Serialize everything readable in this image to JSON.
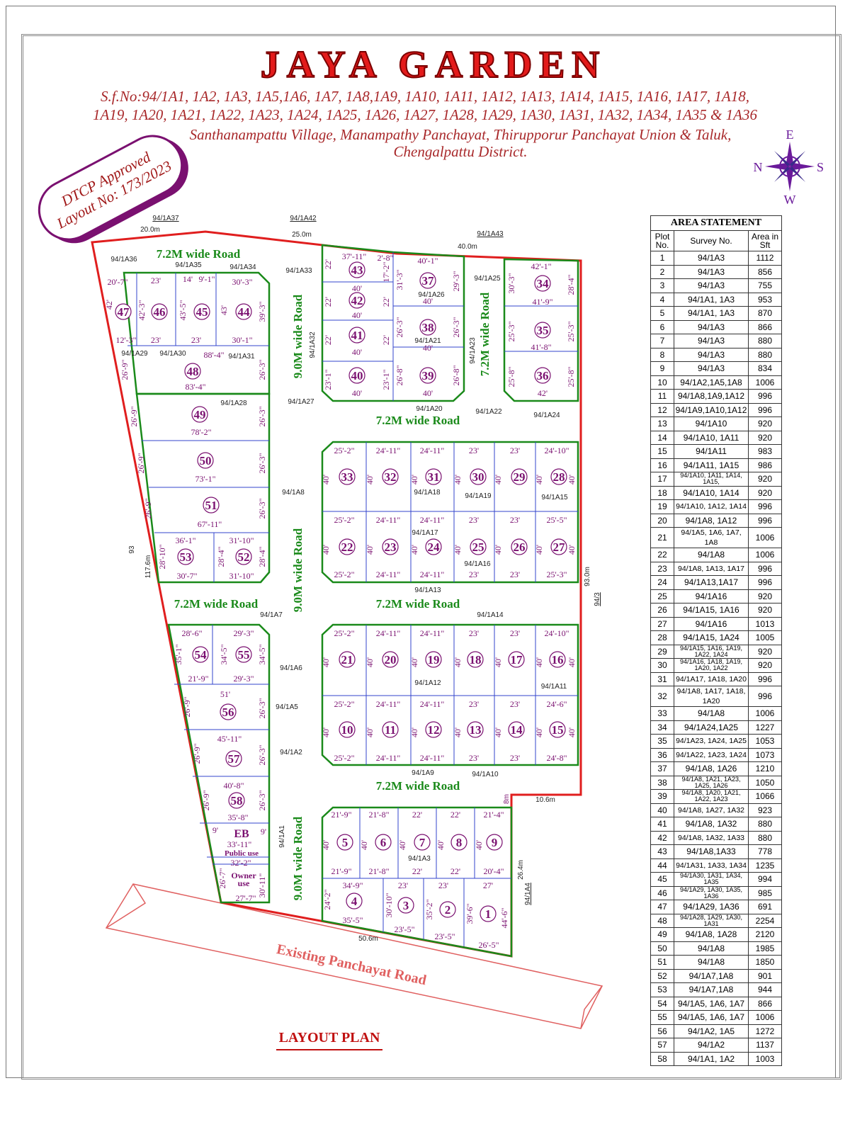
{
  "title": "JAYA GARDEN",
  "address": {
    "line1": "S.f.No:94/1A1, 1A2, 1A3, 1A5,1A6, 1A7, 1A8,1A9, 1A10, 1A11, 1A12, 1A13, 1A14, 1A15, 1A16, 1A17, 1A18,",
    "line2": "1A19, 1A20, 1A21, 1A22, 1A23, 1A24, 1A25, 1A26, 1A27, 1A28, 1A29, 1A30, 1A31, 1A32, 1A34, 1A35 & 1A36",
    "line3": "Santhanampattu Village, Manampathy Panchayat, Thirupporur Panchayat Union & Taluk,",
    "line4": "Chengalpattu District."
  },
  "approval": {
    "line1": "DTCP Approved",
    "line2": "Layout No: 173/2023"
  },
  "compass": {
    "n": "N",
    "e": "E",
    "s": "S",
    "w": "W"
  },
  "colors": {
    "boundary": "#e01e1e",
    "block": "#1a8a1a",
    "plot_line": "#3344cc",
    "plot_number": "#7a1070",
    "road_label": "#1a8a1a"
  },
  "road_labels": {
    "r72": "7.2M wide Road",
    "r90": "9.0M wide Road",
    "existing": "Existing Panchayat Road"
  },
  "boundary_labels": {
    "l1": "94/1A37",
    "l2": "20.0m",
    "l3": "94/1A42",
    "l4": "25.0m",
    "l5": "94/1A43",
    "l6": "40.0m",
    "l7": "93",
    "l8": "117.6m",
    "l9": "93.0m",
    "l10": "94/3",
    "l11": "10.6m",
    "l12": "26.4m",
    "l13": "94/1A4",
    "l14": "50.6m",
    "l15": "8m"
  },
  "survey_labels": {
    "s36": "94/1A36",
    "s35": "94/1A35",
    "s34": "94/1A34",
    "s33": "94/1A33",
    "s32": "94/1A32",
    "s29": "94/1A29",
    "s30": "94/1A30",
    "s31": "94/1A31",
    "s28": "94/1A28",
    "s27": "94/1A27",
    "s26": "94/1A26",
    "s21": "94/1A21",
    "s23": "94/1A23",
    "s25": "94/1A25",
    "s20": "94/1A20",
    "s22": "94/1A22",
    "s24": "94/1A24",
    "s18": "94/1A18",
    "s19": "94/1A19",
    "s15": "94/1A15",
    "s17": "94/1A17",
    "s16": "94/1A16",
    "s8": "94/1A8",
    "s13": "94/1A13",
    "s14": "94/1A14",
    "s7": "94/1A7",
    "s12": "94/1A12",
    "s11": "94/1A11",
    "s6": "94/1A6",
    "s5": "94/1A5",
    "s2": "94/1A2",
    "s9": "94/1A9",
    "s10": "94/1A10",
    "s1": "94/1A1",
    "s3": "94/1A3"
  },
  "amenities": {
    "eb": "EB",
    "public": "Public use",
    "owner1": "Owner",
    "owner2": "use"
  },
  "plot_dims": {
    "p47t": "20'-7\"",
    "p46t": "23'",
    "p45t": "14'",
    "p45t2": "9'-1\"",
    "p44t": "30'-3\"",
    "p47l": "42'",
    "p46l": "42'-3\"",
    "p45l": "43'-5\"",
    "p44l": "43'",
    "p44r": "39'-3\"",
    "p47b": "12'-3\"",
    "p46b": "23'",
    "p45b": "23'",
    "p44b": "30'-1\"",
    "p48t": "88'-4\"",
    "p48b": "83'-4\"",
    "p48l": "26'-9\"",
    "p48r": "26'-3\"",
    "p49l": "26'-9\"",
    "p49r": "26'-3\"",
    "p49b": "78'-2\"",
    "p50l": "26'-9\"",
    "p50r": "26'-3\"",
    "p50b": "73'-1\"",
    "p51l": "26'-9\"",
    "p51r": "26'-3\"",
    "p51b": "67'-11\"",
    "p53t": "36'-1\"",
    "p52t": "31'-10\"",
    "p53l": "28'-10\"",
    "p53r": "28'-4\"",
    "p52r": "28'-4\"",
    "p53b": "30'-7\"",
    "p52b": "31'-10\"",
    "p43t": "37'-11\"",
    "p43t2": "2'-8\"",
    "p43l": "22'",
    "p43r": "17'-2\"",
    "p43b": "40'",
    "p42l": "22'",
    "p42r": "22'",
    "p42b": "40'",
    "p41l": "22'",
    "p41r": "22'",
    "p41b": "40'",
    "p40l": "23'-1\"",
    "p40r": "23'-1\"",
    "p40b": "40'",
    "p37t": "40'-1\"",
    "p37l": "31'-3\"",
    "p37r": "29'-3\"",
    "p37b": "40'",
    "p38l": "26'-3\"",
    "p38r": "26'-3\"",
    "p38b": "40'",
    "p39l": "26'-8\"",
    "p39r": "26'-8\"",
    "p39b": "40'",
    "p34t": "42'-1\"",
    "p34l": "30'-3\"",
    "p34r": "28'-4\"",
    "p34b": "41'-9\"",
    "p35l": "25'-3\"",
    "p35r": "25'-3\"",
    "p35b": "41'-8\"",
    "p36l": "25'-8\"",
    "p36r": "25'-8\"",
    "p36b": "42'",
    "rowA_t1": "25'-2\"",
    "rowA_t2": "24'-11\"",
    "rowA_t3": "24'-11\"",
    "rowA_t4": "23'",
    "rowA_t5": "23'",
    "rowA_t6": "24'-10\"",
    "rowA_m1": "25'-2\"",
    "rowA_m2": "24'-11\"",
    "rowA_m3": "24'-11\"",
    "rowA_m4": "23'",
    "rowA_m5": "23'",
    "rowA_m6": "25'-5\"",
    "rowA_b1": "25'-2\"",
    "rowA_b2": "24'-11\"",
    "rowA_b3": "24'-11\"",
    "rowA_b4": "23'",
    "rowA_b5": "23'",
    "rowA_b6": "25'-3\"",
    "rowB_t6": "24'-10\"",
    "rowB_m6": "24'-6\"",
    "rowB_b6": "24'-8\"",
    "forty": "40'",
    "p54t": "28'-6\"",
    "p55t": "29'-3\"",
    "p54l": "35'-1\"",
    "p55l": "34'-5\"",
    "p55r": "34'-5\"",
    "p54b": "21'-9\"",
    "p55b": "29'-3\"",
    "p56t": "51'",
    "p56l": "26'-9\"",
    "p56r": "26'-3\"",
    "p57t": "45'-11\"",
    "p57l": "26'-9\"",
    "p57r": "26'-3\"",
    "p58t": "40'-8\"",
    "p58l": "26'-9\"",
    "p58r": "26'-3\"",
    "p58b": "35'-8\"",
    "ebd": "9'",
    "ebt": "33'-11\"",
    "ebb": "32'-2\"",
    "ow_l": "26'-7\"",
    "ow_r": "30'-11\"",
    "ow_b": "27'-7\"",
    "r5t": "21'-9\"",
    "r6t": "21'-8\"",
    "r7t": "22'",
    "r8t": "22'",
    "r9t": "21'-4\"",
    "r5b": "21'-9\"",
    "r6b": "21'-8\"",
    "r7b": "22'",
    "r8b": "22'",
    "r9b": "20'-4\"",
    "p4t": "34'-9\"",
    "p3t": "23'",
    "p2t": "23'",
    "p1t": "27'",
    "p4l": "24'-2\"",
    "p3l": "30'-10\"",
    "p2l": "35'-2\"",
    "p1l": "39'-6\"",
    "p1r": "44'-6\"",
    "p4b": "35'-5\"",
    "p3b": "23'-5\"",
    "p2b": "23'-5\"",
    "p1b": "26'-5\""
  },
  "area_statement": {
    "title": "AREA STATEMENT",
    "headers": [
      "Plot No.",
      "Survey No.",
      "Area in Sft"
    ],
    "rows": [
      [
        "1",
        "94/1A3",
        "1112"
      ],
      [
        "2",
        "94/1A3",
        "856"
      ],
      [
        "3",
        "94/1A3",
        "755"
      ],
      [
        "4",
        "94/1A1, 1A3",
        "953"
      ],
      [
        "5",
        "94/1A1, 1A3",
        "870"
      ],
      [
        "6",
        "94/1A3",
        "866"
      ],
      [
        "7",
        "94/1A3",
        "880"
      ],
      [
        "8",
        "94/1A3",
        "880"
      ],
      [
        "9",
        "94/1A3",
        "834"
      ],
      [
        "10",
        "94/1A2,1A5,1A8",
        "1006"
      ],
      [
        "11",
        "94/1A8,1A9,1A12",
        "996"
      ],
      [
        "12",
        "94/1A9,1A10,1A12",
        "996"
      ],
      [
        "13",
        "94/1A10",
        "920"
      ],
      [
        "14",
        "94/1A10, 1A11",
        "920"
      ],
      [
        "15",
        "94/1A11",
        "983"
      ],
      [
        "16",
        "94/1A11, 1A15",
        "986"
      ],
      [
        "17",
        "94/1A10, 1A11, 1A14, 1A15,",
        "920"
      ],
      [
        "18",
        "94/1A10, 1A14",
        "920"
      ],
      [
        "19",
        "94/1A10, 1A12, 1A14",
        "996"
      ],
      [
        "20",
        "94/1A8, 1A12",
        "996"
      ],
      [
        "21",
        "94/1A5, 1A6, 1A7, 1A8",
        "1006"
      ],
      [
        "22",
        "94/1A8",
        "1006"
      ],
      [
        "23",
        "94/1A8, 1A13, 1A17",
        "996"
      ],
      [
        "24",
        "94/1A13,1A17",
        "996"
      ],
      [
        "25",
        "94/1A16",
        "920"
      ],
      [
        "26",
        "94/1A15, 1A16",
        "920"
      ],
      [
        "27",
        "94/1A16",
        "1013"
      ],
      [
        "28",
        "94/1A15, 1A24",
        "1005"
      ],
      [
        "29",
        "94/1A15, 1A16, 1A19, 1A22, 1A24",
        "920"
      ],
      [
        "30",
        "94/1A16, 1A18, 1A19, 1A20, 1A22",
        "920"
      ],
      [
        "31",
        "94/1A17, 1A18, 1A20",
        "996"
      ],
      [
        "32",
        "94/1A8, 1A17, 1A18, 1A20",
        "996"
      ],
      [
        "33",
        "94/1A8",
        "1006"
      ],
      [
        "34",
        "94/1A24,1A25",
        "1227"
      ],
      [
        "35",
        "94/1A23, 1A24, 1A25",
        "1053"
      ],
      [
        "36",
        "94/1A22, 1A23, 1A24",
        "1073"
      ],
      [
        "37",
        "94/1A8, 1A26",
        "1210"
      ],
      [
        "38",
        "94/1A8, 1A21, 1A23, 1A25, 1A26",
        "1050"
      ],
      [
        "39",
        "94/1A8, 1A20, 1A21, 1A22, 1A23",
        "1066"
      ],
      [
        "40",
        "94/1A8, 1A27, 1A32",
        "923"
      ],
      [
        "41",
        "94/1A8, 1A32",
        "880"
      ],
      [
        "42",
        "94/1A8, 1A32, 1A33",
        "880"
      ],
      [
        "43",
        "94/1A8,1A33",
        "778"
      ],
      [
        "44",
        "94/1A31, 1A33, 1A34",
        "1235"
      ],
      [
        "45",
        "94/1A30, 1A31, 1A34, 1A35",
        "994"
      ],
      [
        "46",
        "94/1A29, 1A30, 1A35, 1A36",
        "985"
      ],
      [
        "47",
        "94/1A29, 1A36",
        "691"
      ],
      [
        "48",
        "94/1A28, 1A29, 1A30, 1A31",
        "2254"
      ],
      [
        "49",
        "94/1A8, 1A28",
        "2120"
      ],
      [
        "50",
        "94/1A8",
        "1985"
      ],
      [
        "51",
        "94/1A8",
        "1850"
      ],
      [
        "52",
        "94/1A7,1A8",
        "901"
      ],
      [
        "53",
        "94/1A7,1A8",
        "944"
      ],
      [
        "54",
        "94/1A5, 1A6, 1A7",
        "866"
      ],
      [
        "55",
        "94/1A5, 1A6, 1A7",
        "1006"
      ],
      [
        "56",
        "94/1A2, 1A5",
        "1272"
      ],
      [
        "57",
        "94/1A2",
        "1137"
      ],
      [
        "58",
        "94/1A1, 1A2",
        "1003"
      ]
    ]
  },
  "layout_caption": "LAYOUT PLAN"
}
